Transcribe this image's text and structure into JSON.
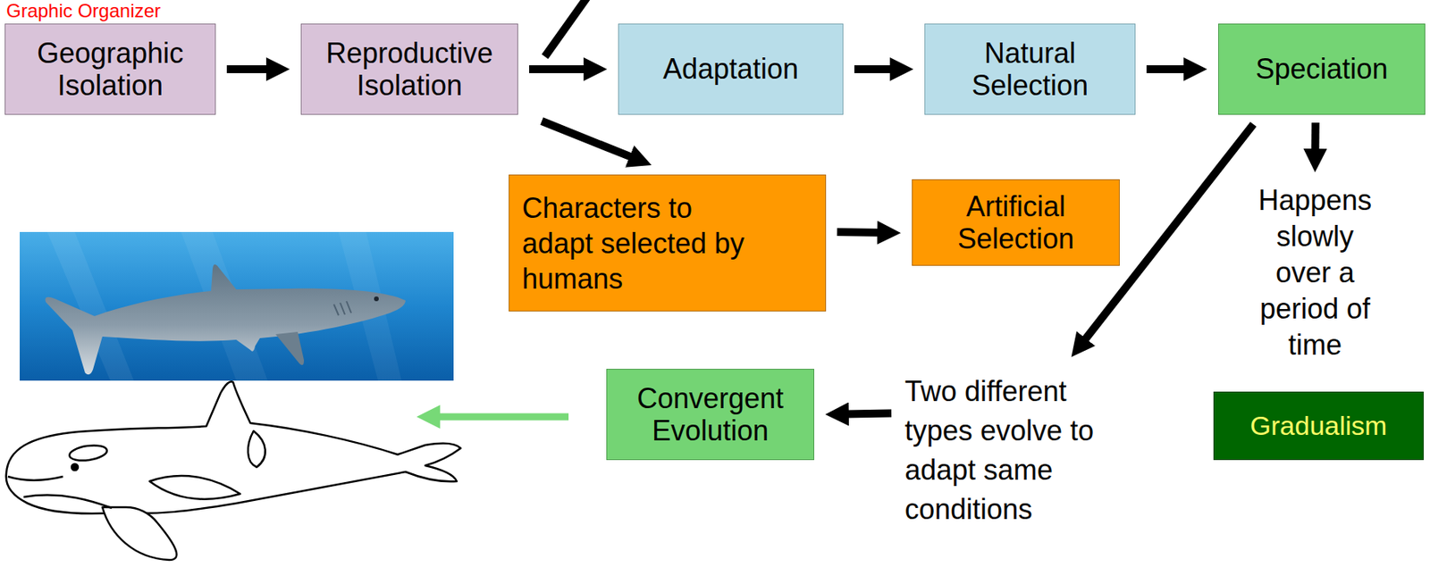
{
  "diagram": {
    "title": "Graphic Organizer",
    "nodes": [
      {
        "text": [
          "Geographic Isolation"
        ]
      },
      {
        "text": [
          "Reproductive Isolation"
        ]
      },
      {
        "text": [
          "Adaptation"
        ]
      },
      {
        "text": [
          "Natural Selection"
        ]
      },
      {
        "text": [
          "Speciation"
        ]
      },
      {
        "text": [
          "Characters to adapt selected by humans"
        ]
      },
      {
        "text": [
          "Artificial Selection"
        ]
      },
      {
        "text": [
          "Happens slowly over a period of time"
        ]
      },
      {
        "text": [
          "Convergent Evolution"
        ]
      },
      {
        "text": [
          "Two different types evolve to adapt same conditions"
        ]
      },
      {
        "text": [
          "Gradualism"
        ]
      }
    ],
    "edges": [
      {
        "from": 0,
        "to": 1,
        "arrow": "to"
      },
      {
        "from": 1,
        "to": 2,
        "arrow": "to"
      },
      {
        "from": 2,
        "to": 3,
        "arrow": "to"
      },
      {
        "from": 3,
        "to": 4,
        "arrow": "to"
      },
      {
        "from": 1,
        "to": 5,
        "arrow": "to"
      },
      {
        "from": 5,
        "to": 6,
        "arrow": "to"
      },
      {
        "from": 4,
        "to": 7,
        "arrow": "to"
      },
      {
        "from": 4,
        "to": 9,
        "arrow": "to"
      },
      {
        "from": 9,
        "to": 8,
        "arrow": "to"
      }
    ]
  }
}
